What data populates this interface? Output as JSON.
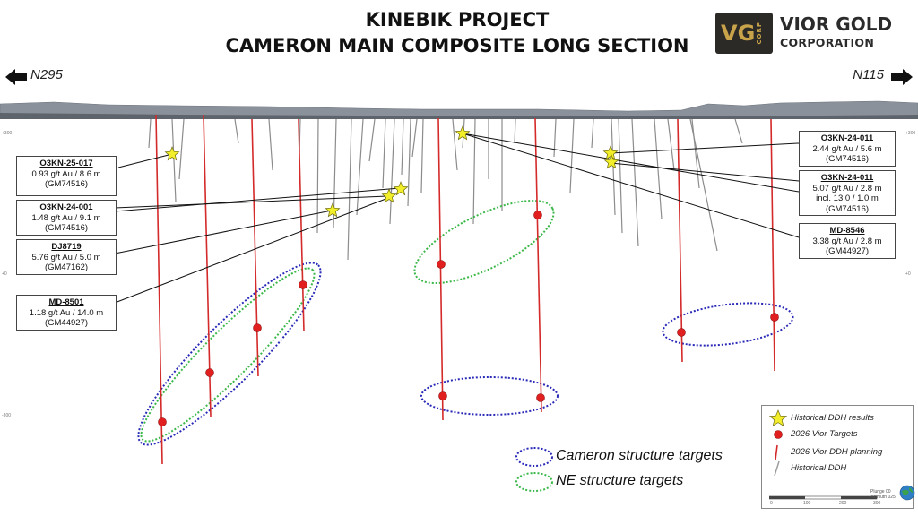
{
  "title": {
    "line1": "KINEBIK PROJECT",
    "line2": "CAMERON MAIN COMPOSITE LONG SECTION"
  },
  "logo": {
    "badge": "VG",
    "badge_corp": "CORP",
    "name": "VIOR GOLD",
    "subtitle": "CORPORATION"
  },
  "directions": {
    "left": "N295",
    "right": "N115"
  },
  "elevation_ticks": [
    "+300",
    "+0",
    "-300"
  ],
  "callouts": [
    {
      "hole": "O3KN-25-017",
      "line1": "0.93 g/t Au / 8.6 m",
      "line2": "(GM74516)"
    },
    {
      "hole": "O3KN-24-001",
      "line1": "1.48 g/t Au / 9.1 m",
      "line2": "(GM74516)"
    },
    {
      "hole": "DJ8719",
      "line1": "5.76 g/t Au / 5.0 m",
      "line2": "(GM47162)"
    },
    {
      "hole": "MD-8501",
      "line1": "1.18 g/t Au / 14.0 m",
      "line2": "(GM44927)"
    },
    {
      "hole": "O3KN-24-011",
      "line1": "2.44 g/t Au / 5.6 m",
      "line2": "(GM74516)"
    },
    {
      "hole": "O3KN-24-011",
      "line1": "5.07 g/t Au / 2.8 m",
      "line2": "incl. 13.0 / 1.0 m",
      "line3": "(GM74516)"
    },
    {
      "hole": "MD-8546",
      "line1": "3.38 g/t Au / 2.8 m",
      "line2": "(GM44927)"
    }
  ],
  "target_legend": {
    "cameron": "Cameron structure targets",
    "ne": "NE structure targets"
  },
  "legend": {
    "historical_results": "Historical DDH results",
    "vior_targets": "2026 Vior Targets",
    "ddh_planning": "2026 Vior DDH planning",
    "historical_ddh": "Historical DDH"
  },
  "scale_bar": {
    "labels": [
      "0",
      "100",
      "200",
      "300"
    ]
  },
  "plunge": {
    "line1": "Plunge 00",
    "line2": "Azimuth 025"
  },
  "colors": {
    "planned_hole": "#d42a2a",
    "historical_hole": "#8a8a8a",
    "star": "#f2ee2a",
    "cameron_ellipse": "#2a2ab8",
    "ne_ellipse": "#3cb84a",
    "terrain": "#7d8590"
  }
}
